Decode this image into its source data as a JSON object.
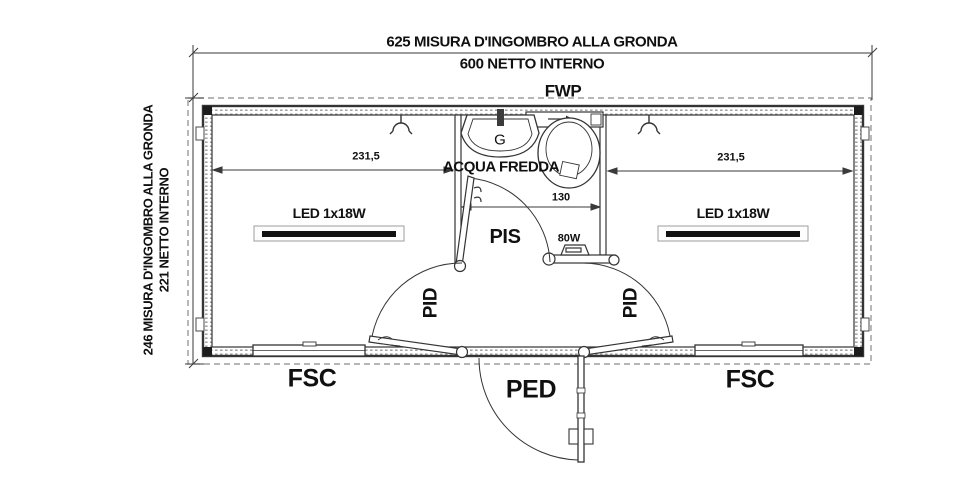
{
  "drawing": {
    "type": "container floor plan",
    "dimensions": {
      "top_outer": "625 MISURA D'INGOMBRO ALLA GRONDA",
      "top_inner": "600 NETTO INTERNO",
      "left_outer": "246 MISURA D'INGOMBRO ALLA GRONDA",
      "left_inner": "221 NETTO INTERNO",
      "room_left": "231,5",
      "room_right": "231,5",
      "bathroom": "130"
    },
    "labels": {
      "fwp": "FWP",
      "acqua_fredda": "ACQUA FREDDA",
      "g": "G",
      "led_left": "LED 1x18W",
      "led_right": "LED 1x18W",
      "w80": "80W",
      "pis": "PIS",
      "pid_left": "PID",
      "pid_right": "PID",
      "ped": "PED",
      "fsc_left": "FSC",
      "fsc_right": "FSC"
    },
    "colors": {
      "line": "#3a3a3a",
      "dashed": "#8a8a8a",
      "text": "#101010",
      "fixture": "#111111"
    }
  }
}
